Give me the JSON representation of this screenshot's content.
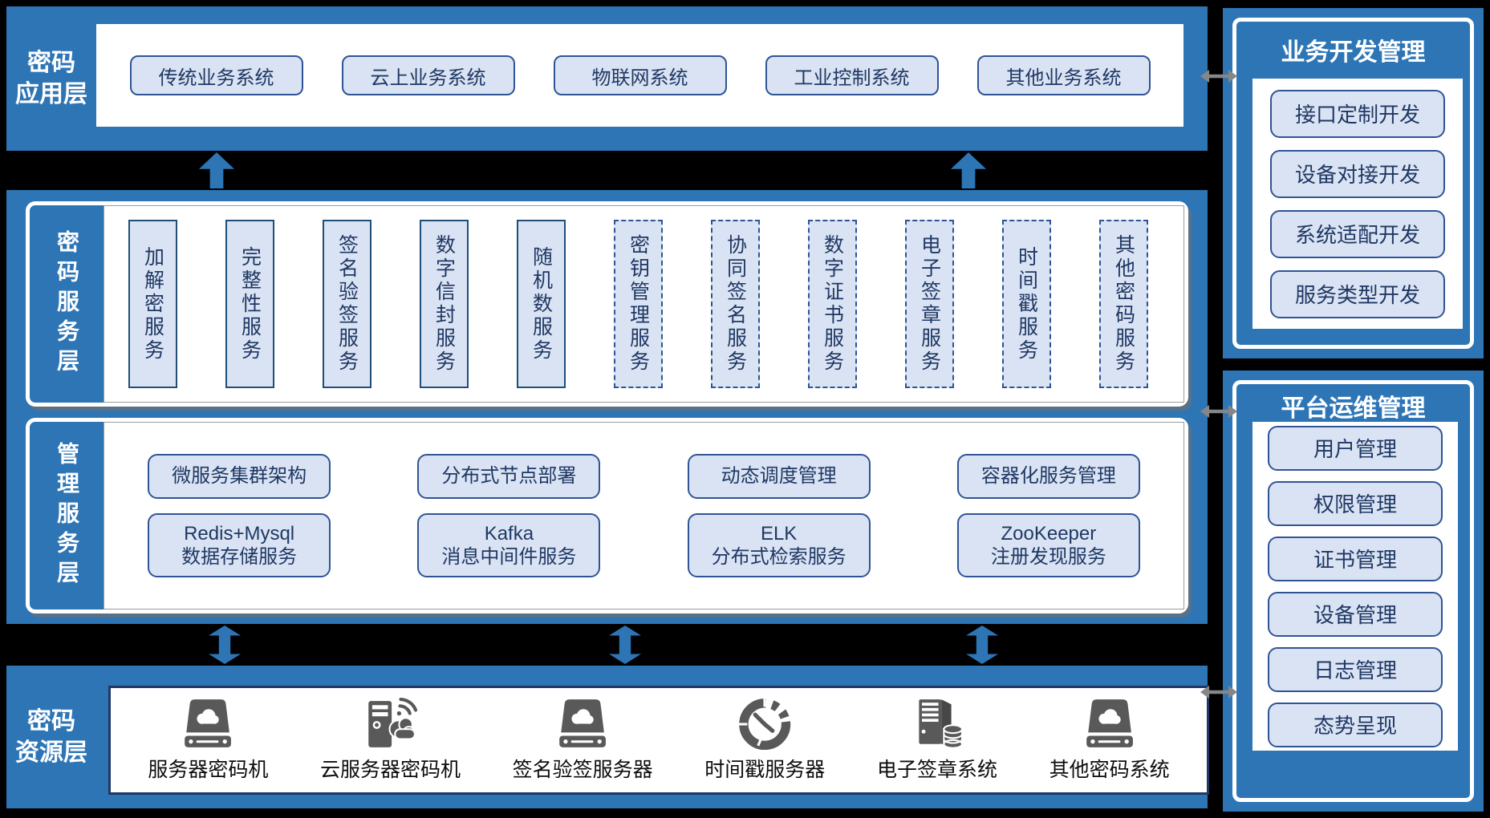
{
  "colors": {
    "background": "#000000",
    "band_blue": "#2e75b6",
    "box_fill": "#dae3f3",
    "box_border_navy": "#2f5496",
    "text_navy": "#1f3864",
    "resource_panel_border": "#1f3864",
    "icon_gray": "#595959",
    "connector_gray": "#868686",
    "white": "#ffffff"
  },
  "app_layer": {
    "label_lines": [
      "密码",
      "应用层"
    ],
    "systems": [
      "传统业务系统",
      "云上业务系统",
      "物联网系统",
      "工业控制系统",
      "其他业务系统"
    ]
  },
  "service_layer": {
    "label": "密码服务层",
    "solid_services": [
      "加解密服务",
      "完整性服务",
      "签名验签服务",
      "数字信封服务",
      "随机数服务"
    ],
    "dashed_services": [
      "密钥管理服务",
      "协同签名服务",
      "数字证书服务",
      "电子签章服务",
      "时间戳服务",
      "其他密码服务"
    ]
  },
  "management_layer": {
    "label": "管理服务层",
    "row1": [
      "微服务集群架构",
      "分布式节点部署",
      "动态调度管理",
      "容器化服务管理"
    ],
    "row2": [
      {
        "line1": "Redis+Mysql",
        "line2": "数据存储服务"
      },
      {
        "line1": "Kafka",
        "line2": "消息中间件服务"
      },
      {
        "line1": "ELK",
        "line2": "分布式检索服务"
      },
      {
        "line1": "ZooKeeper",
        "line2": "注册发现服务"
      }
    ]
  },
  "resource_layer": {
    "label_lines": [
      "密码",
      "资源层"
    ],
    "items": [
      {
        "icon": "hsm-drive-icon",
        "label": "服务器密码机"
      },
      {
        "icon": "cloud-server-icon",
        "label": "云服务器密码机"
      },
      {
        "icon": "hsm-drive-icon",
        "label": "签名验签服务器"
      },
      {
        "icon": "timestamp-clock-icon",
        "label": "时间戳服务器"
      },
      {
        "icon": "seal-server-icon",
        "label": "电子签章系统"
      },
      {
        "icon": "hsm-drive-icon",
        "label": "其他密码系统"
      }
    ]
  },
  "dev_panel": {
    "title": "业务开发管理",
    "items": [
      "接口定制开发",
      "设备对接开发",
      "系统适配开发",
      "服务类型开发"
    ]
  },
  "ops_panel": {
    "title": "平台运维管理",
    "items": [
      "用户管理",
      "权限管理",
      "证书管理",
      "设备管理",
      "日志管理",
      "态势呈现"
    ]
  }
}
